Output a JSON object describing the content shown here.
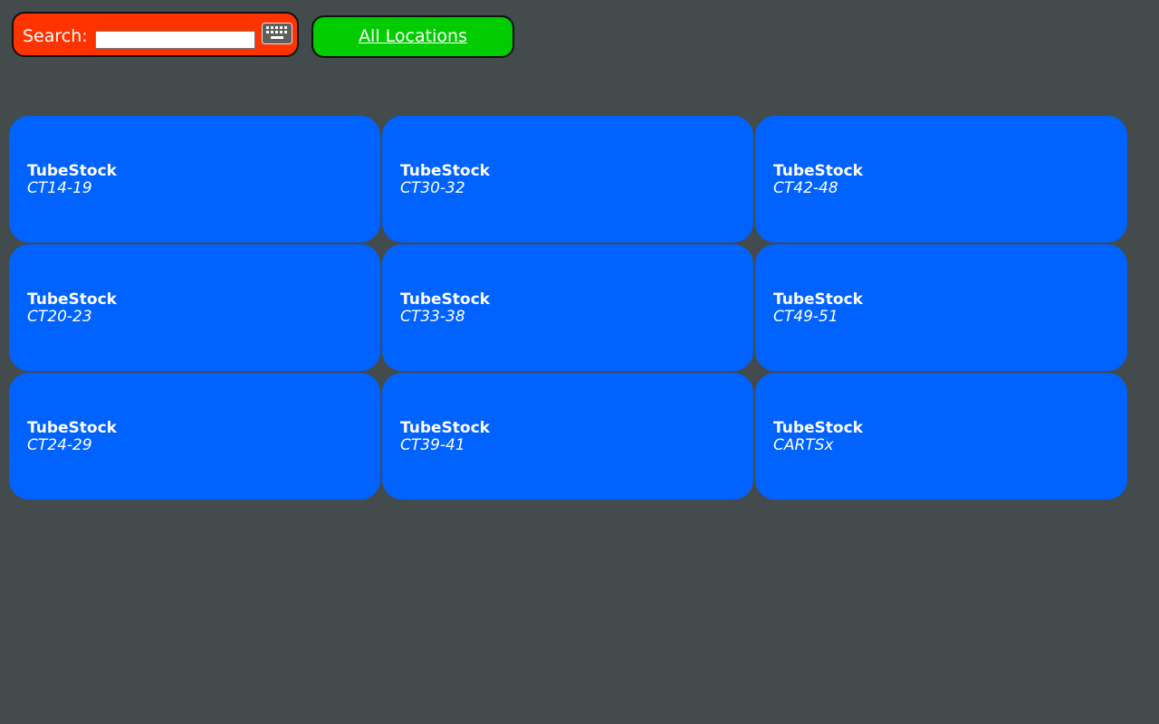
{
  "search": {
    "label": "Search:",
    "value": "",
    "placeholder": "",
    "keyboard_icon": "keyboard-icon"
  },
  "all_locations": {
    "label": "All Locations"
  },
  "tiles": [
    {
      "title": "TubeStock",
      "location": "CT14-19"
    },
    {
      "title": "TubeStock",
      "location": "CT30-32"
    },
    {
      "title": "TubeStock",
      "location": "CT42-48"
    },
    {
      "title": "TubeStock",
      "location": "CT20-23"
    },
    {
      "title": "TubeStock",
      "location": "CT33-38"
    },
    {
      "title": "TubeStock",
      "location": "CT49-51"
    },
    {
      "title": "TubeStock",
      "location": "CT24-29"
    },
    {
      "title": "TubeStock",
      "location": "CT39-41"
    },
    {
      "title": "TubeStock",
      "location": "CARTSx"
    }
  ],
  "colors": {
    "background": "#434B4D",
    "search_box": "#FF3300",
    "all_locations_button": "#00CC00",
    "tile": "#0062FF"
  }
}
